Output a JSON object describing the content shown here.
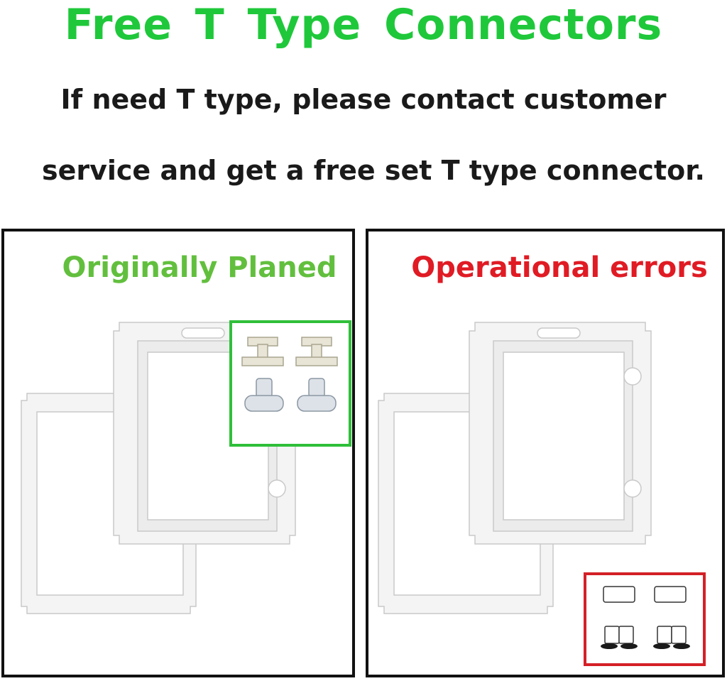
{
  "header": {
    "title": "Free  T  Type  Connectors",
    "line1": "If need T type, please contact customer",
    "line2": "service and get a free set T type connector."
  },
  "panels": [
    {
      "heading": "Originally Planed",
      "heading_color": "#62bf3e",
      "inset_border_color": "#2fbf3a"
    },
    {
      "heading": "Operational errors",
      "heading_color": "#e01b24",
      "inset_border_color": "#d42027"
    }
  ]
}
